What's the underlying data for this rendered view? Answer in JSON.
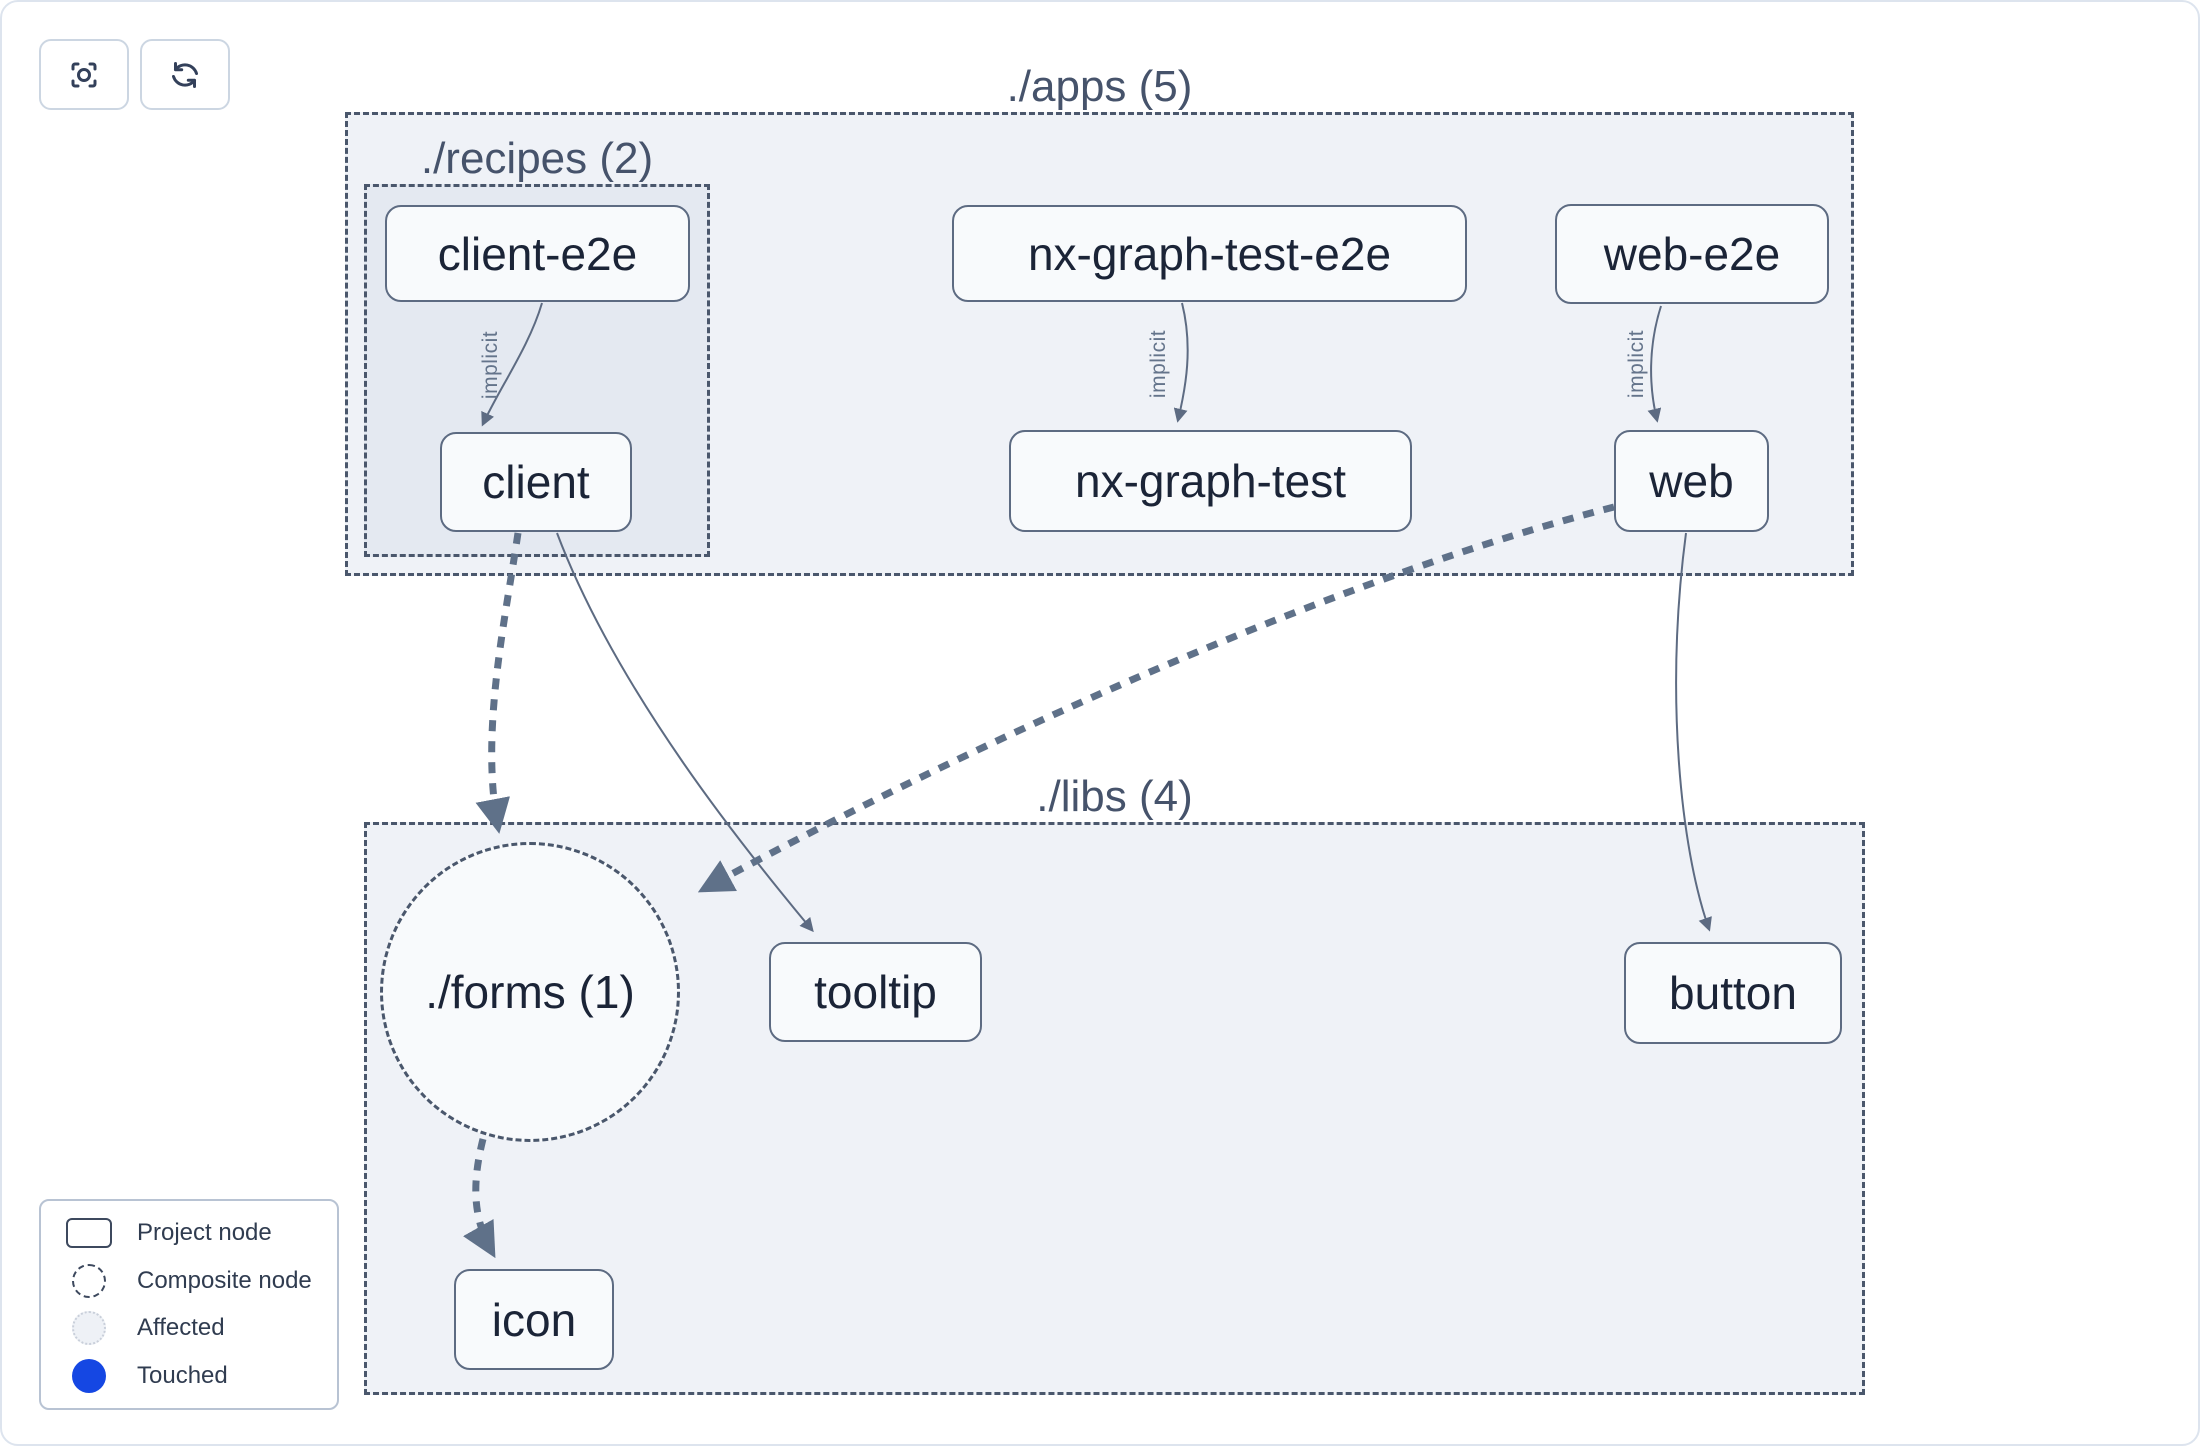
{
  "toolbar": {
    "buttons": [
      {
        "name": "focus",
        "icon": "focus-icon"
      },
      {
        "name": "refresh",
        "icon": "refresh-icon"
      }
    ]
  },
  "graph": {
    "groups": [
      {
        "label": "./apps (5)"
      },
      {
        "label": "./recipes (2)"
      },
      {
        "label": "./libs (4)"
      }
    ],
    "composite": {
      "label": "./forms (1)"
    },
    "nodes": [
      {
        "label": "client-e2e"
      },
      {
        "label": "nx-graph-test-e2e"
      },
      {
        "label": "web-e2e"
      },
      {
        "label": "client"
      },
      {
        "label": "nx-graph-test"
      },
      {
        "label": "web"
      },
      {
        "label": "tooltip"
      },
      {
        "label": "button"
      },
      {
        "label": "icon"
      }
    ],
    "edge_label": "implicit",
    "edges": [
      {
        "from": "client-e2e",
        "to": "client",
        "type": "implicit"
      },
      {
        "from": "nx-graph-test-e2e",
        "to": "nx-graph-test",
        "type": "implicit"
      },
      {
        "from": "web-e2e",
        "to": "web",
        "type": "implicit"
      },
      {
        "from": "client",
        "to": "./forms",
        "type": "dependency-dashed"
      },
      {
        "from": "web",
        "to": "./forms",
        "type": "dependency-dashed"
      },
      {
        "from": "./forms",
        "to": "icon",
        "type": "dependency-dashed"
      },
      {
        "from": "client",
        "to": "tooltip",
        "type": "dependency"
      },
      {
        "from": "web",
        "to": "button",
        "type": "dependency"
      }
    ]
  },
  "legend": {
    "items": [
      {
        "label": "Project node"
      },
      {
        "label": "Composite node"
      },
      {
        "label": "Affected"
      },
      {
        "label": "Touched"
      }
    ]
  },
  "colors": {
    "touched_blue": "#1547e3",
    "group_border": "#4a576c",
    "group_fill": "#edf1f7",
    "node_fill": "#f8fafc",
    "node_border": "#5d6b82",
    "node_text": "#1b2437",
    "edge": "#5f7189",
    "canvas_border": "#dde4ee"
  }
}
